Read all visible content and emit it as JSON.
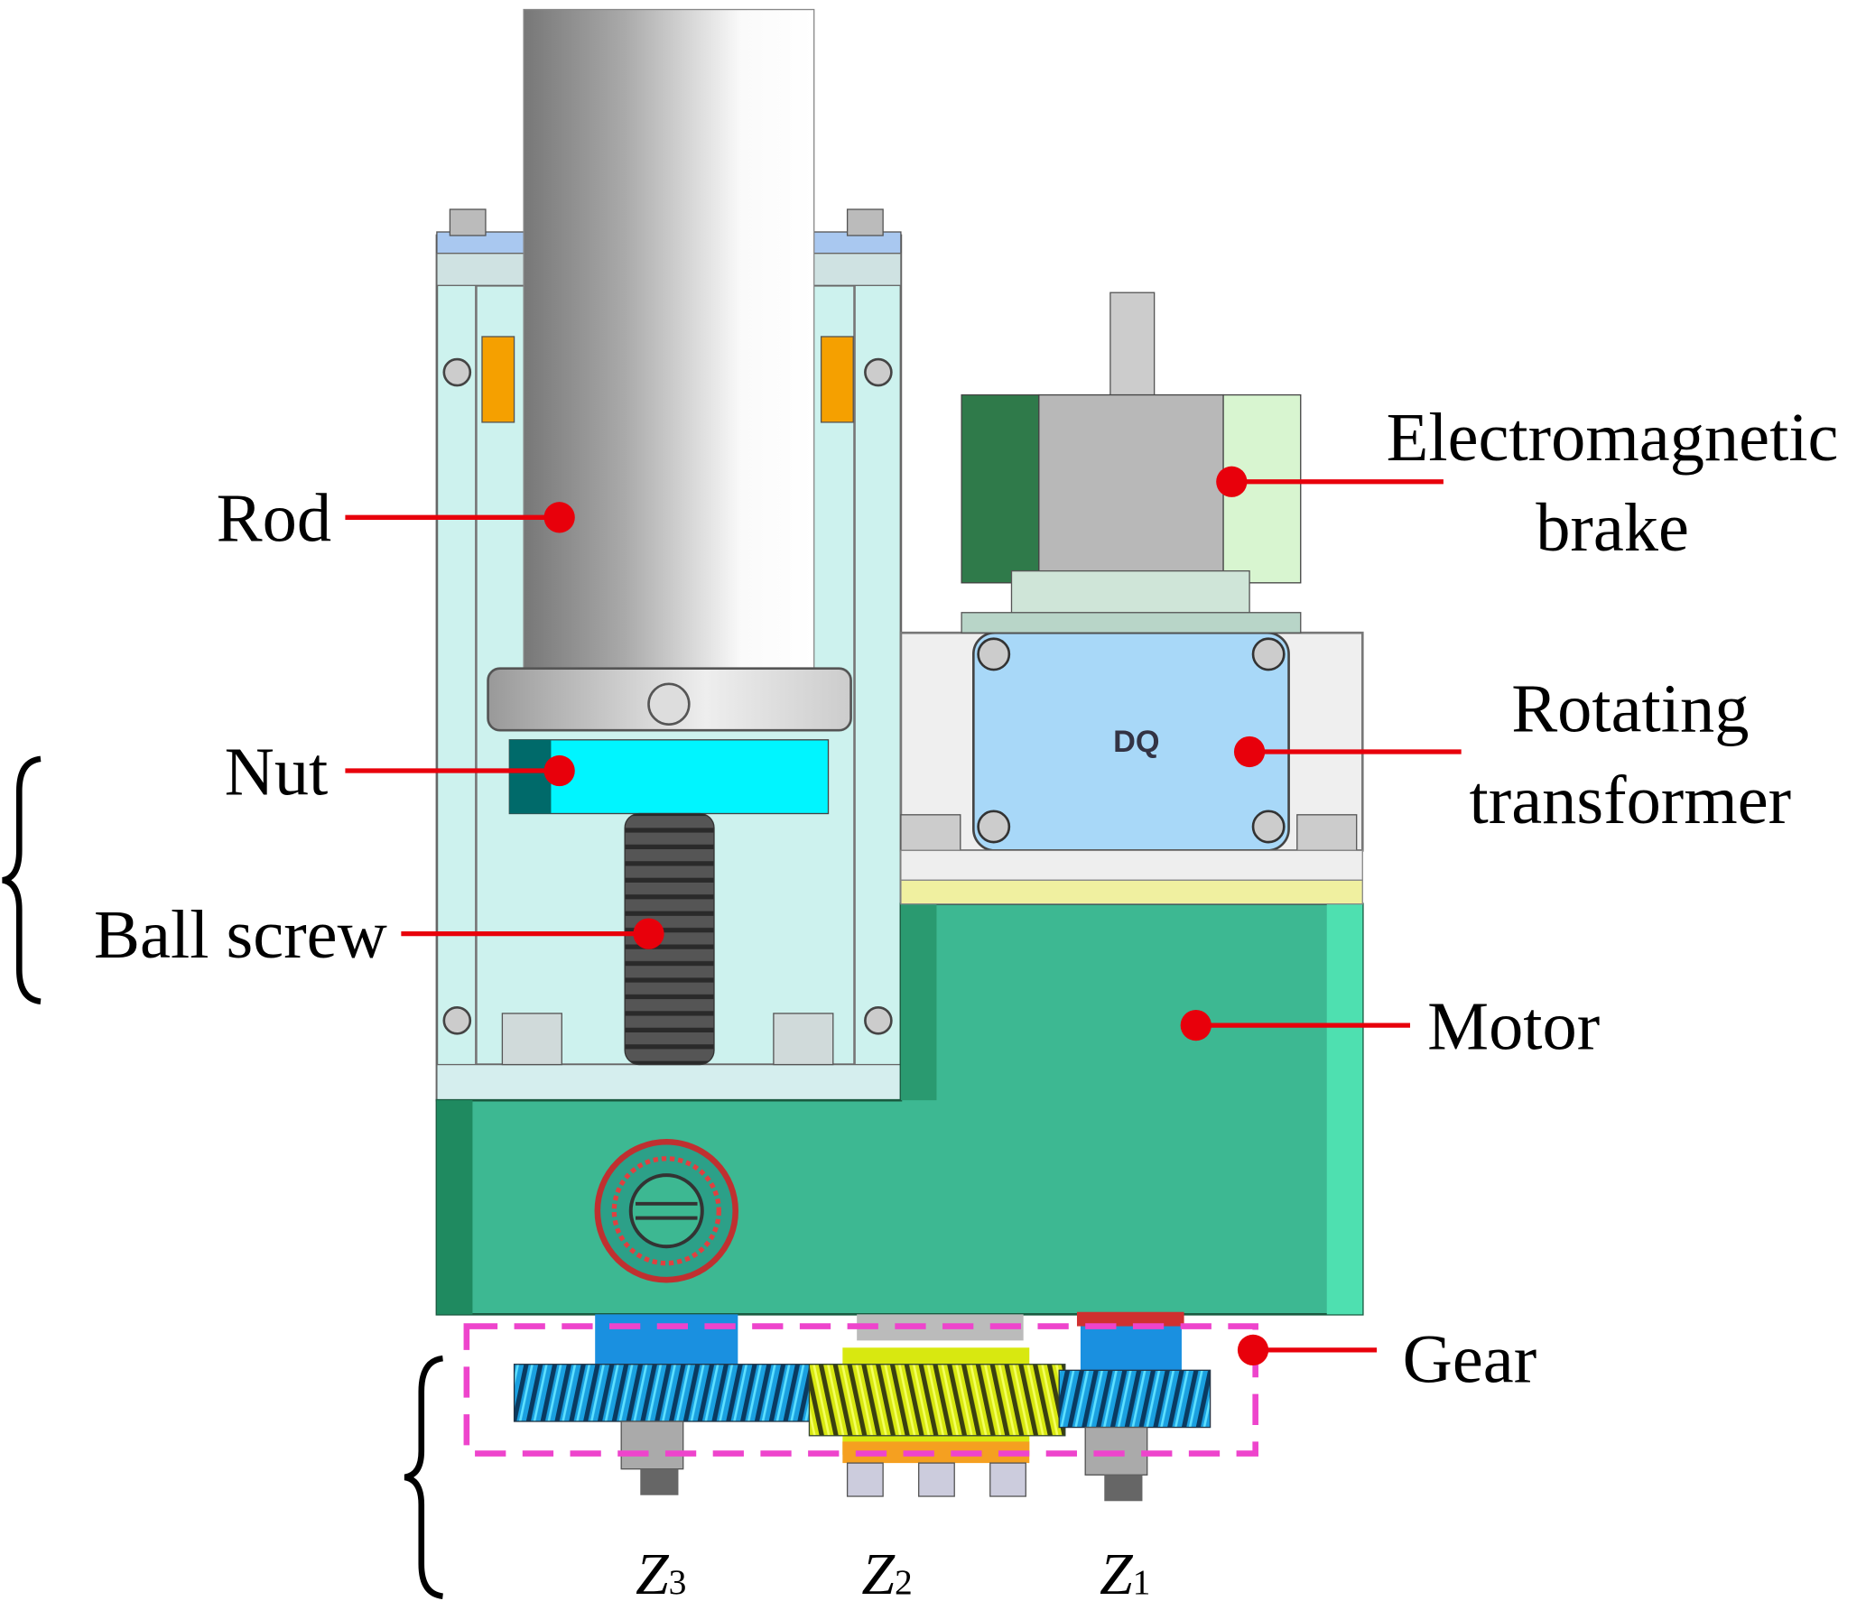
{
  "labels": {
    "rod": "Rod",
    "nut": "Nut",
    "ball_screw": "Ball screw",
    "brake_line1": "Electromagnetic",
    "brake_line2": "brake",
    "transformer_line1": "Rotating",
    "transformer_line2": "transformer",
    "motor": "Motor",
    "gear": "Gear",
    "transformer_marking": "DQ"
  },
  "gear_labels": [
    {
      "letter": "Z",
      "sub": "3"
    },
    {
      "letter": "Z",
      "sub": "2"
    },
    {
      "letter": "Z",
      "sub": "1"
    }
  ],
  "colors": {
    "leader": "#e8000b",
    "gear_box": "#ee44cc",
    "motor": "#3db892",
    "frame": "#cdf2ee",
    "nut": "#00f5ff",
    "transformer": "#a8d8f8",
    "gear_blue": "#1aa0e0",
    "gear_yellow": "#d8e810"
  }
}
